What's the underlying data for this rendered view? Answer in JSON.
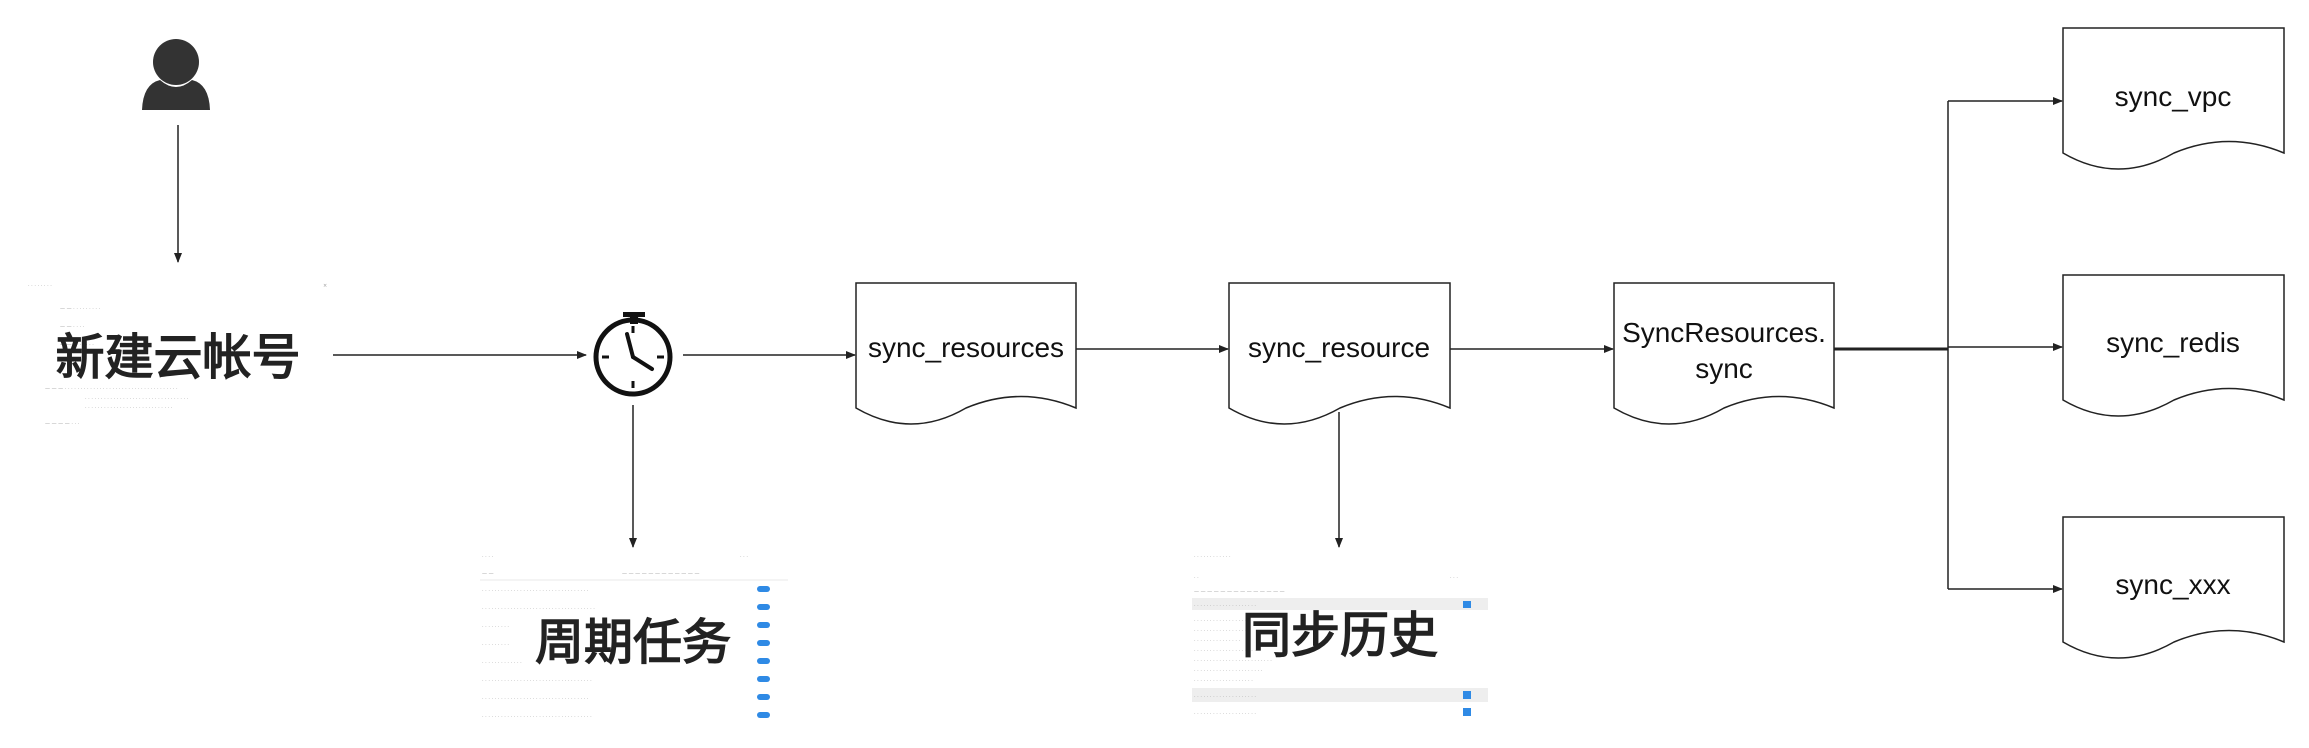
{
  "nodes": {
    "create_account": {
      "label": "新建云帐号"
    },
    "periodic_task": {
      "label": "周期任务"
    },
    "sync_history": {
      "label": "同步历史"
    },
    "sync_resources": {
      "label": "sync_resources"
    },
    "sync_resource": {
      "label": "sync_resource"
    },
    "sync_resources_sync": {
      "line1": "SyncResources.",
      "line2": "sync"
    },
    "sync_vpc": {
      "label": "sync_vpc"
    },
    "sync_redis": {
      "label": "sync_redis"
    },
    "sync_xxx": {
      "label": "sync_xxx"
    }
  },
  "icons": {
    "user": "user-icon",
    "timer": "stopwatch-icon"
  },
  "colors": {
    "line": "#222222",
    "box_border": "#222222",
    "toggle": "#2f8ae5",
    "screenshot_text": "#9a9a9a"
  }
}
